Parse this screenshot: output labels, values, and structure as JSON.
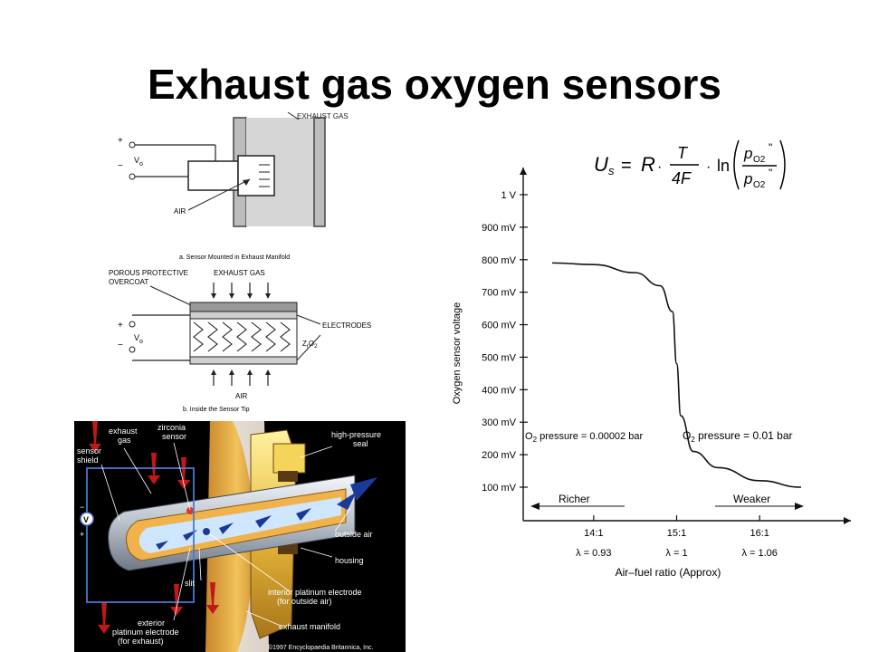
{
  "title": "Exhaust gas oxygen sensors",
  "schematic": {
    "exhaust_gas": "EXHAUST GAS",
    "air": "AIR",
    "vo": "V",
    "vo_sub": "o",
    "plus": "+",
    "minus": "−",
    "caption_a": "a. Sensor Mounted in Exhaust Manifold",
    "porous_1": "POROUS PROTECTIVE",
    "porous_2": "OVERCOAT",
    "exhaust_gas_b": "EXHAUST GAS",
    "electrodes": "ELECTRODES",
    "zro2": "Z",
    "zro2_sub": "r",
    "zro2_rest": "O",
    "zro2_rest_sub": "2",
    "air_b": "AIR",
    "caption_b": "b. Inside the Sensor Tip"
  },
  "formula": {
    "us": "U",
    "us_sub": "s",
    "eq": "=",
    "r": "R",
    "dot": "·",
    "t": "T",
    "fourf": "4F",
    "ln": "ln",
    "po2": "p",
    "o2sub": "O2",
    "dprime": "\""
  },
  "chart_data": {
    "type": "line",
    "ylabel": "Oxygen sensor voltage",
    "xlabel": "Air–fuel ratio (Approx)",
    "y_ticks": [
      "1 V",
      "900 mV",
      "800 mV",
      "700 mV",
      "600 mV",
      "500 mV",
      "400 mV",
      "300 mV",
      "200 mV",
      "100 mV"
    ],
    "ylim": [
      100,
      1000
    ],
    "x_ticks": [
      "14:1",
      "15:1",
      "16:1"
    ],
    "lambda_labels": [
      "λ = 0.93",
      "λ = 1",
      "λ = 1.06"
    ],
    "x": [
      13.5,
      14.0,
      14.5,
      14.8,
      14.95,
      15.0,
      15.05,
      15.2,
      15.5,
      16.0,
      16.5
    ],
    "y": [
      790,
      785,
      760,
      720,
      640,
      480,
      320,
      210,
      160,
      120,
      100
    ],
    "annotations": {
      "rich_pressure": "O",
      "rich_pressure_rest": " pressure = 0.00002 bar",
      "lean_pressure": "O",
      "lean_pressure_rest": " pressure = 0.01 bar",
      "o2_sub": "2",
      "richer": "Richer",
      "weaker": "Weaker"
    }
  },
  "cutaway": {
    "exhaust_gas": [
      "exhaust",
      "gas"
    ],
    "sensor_shield": [
      "sensor",
      "shield"
    ],
    "zirconia_sensor": [
      "zirconia",
      "sensor"
    ],
    "high_pressure_seal": [
      "high-pressure",
      "seal"
    ],
    "outside_air": "outside air",
    "housing": "housing",
    "slit": "slit",
    "interior_electrode": [
      "interior platinum electrode",
      "(for outside air)"
    ],
    "exterior_electrode": [
      "exterior",
      "platinum electrode",
      "(for exhaust)"
    ],
    "exhaust_manifold": "exhaust manifold",
    "v": "V",
    "minus": "−",
    "plus": "+",
    "copyright": "©1997 Encyclopaedia Britannica, Inc."
  }
}
